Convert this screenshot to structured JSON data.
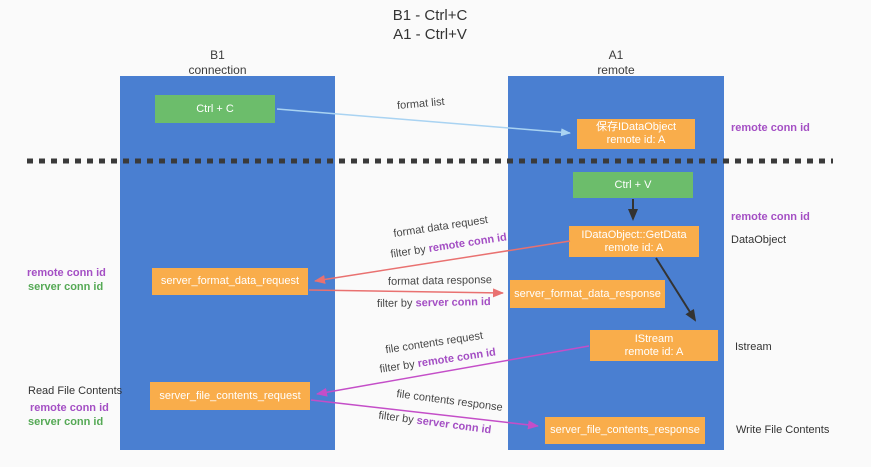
{
  "title": {
    "line1": "B1 - Ctrl+C",
    "line2": "A1 - Ctrl+V"
  },
  "columns": {
    "left": {
      "header_line1": "B1",
      "header_line2": "connection"
    },
    "right": {
      "header_line1": "A1",
      "header_line2": "remote"
    }
  },
  "boxes": {
    "ctrl_c": "Ctrl + C",
    "ctrl_v": "Ctrl + V",
    "save_dataobject_line1": "保存IDataObject",
    "save_dataobject_line2": "remote id: A",
    "getdata_line1": "IDataObject::GetData",
    "getdata_line2": "remote id: A",
    "istream_line1": "IStream",
    "istream_line2": "remote id: A",
    "server_format_data_request": "server_format_data_request",
    "server_format_data_response": "server_format_data_response",
    "server_file_contents_request": "server_file_contents_request",
    "server_file_contents_response": "server_file_contents_response"
  },
  "arrow_labels": {
    "format_list": "format list",
    "format_data_request": "format data request",
    "format_data_response": "format data response",
    "file_contents_request": "file contents request",
    "file_contents_response": "file contents response",
    "filter_by": "filter by",
    "remote_conn_id": "remote conn id",
    "server_conn_id": "server conn id"
  },
  "side_labels": {
    "right_remote_conn_id_top": "remote conn id",
    "right_remote_conn_id_mid": "remote conn id",
    "right_dataobject": "DataObject",
    "right_istream": "Istream",
    "right_write_file_contents": "Write File Contents",
    "left_remote_conn_id_top": "remote conn id",
    "left_server_conn_id_top": "server conn id",
    "left_read_file_contents": "Read File Contents",
    "left_remote_conn_id_bottom": "remote conn id",
    "left_server_conn_id_bottom": "server conn id"
  },
  "colors": {
    "column_blue": "#4a7fd1",
    "box_green": "#6cbd6b",
    "box_orange": "#f9ad4b",
    "arrow_salmon": "#e97170",
    "arrow_magenta": "#c44ec8",
    "arrow_lightblue": "#a9d3f2",
    "arrow_black": "#333333",
    "text_purple": "#a44fc4",
    "text_green": "#55a955"
  }
}
